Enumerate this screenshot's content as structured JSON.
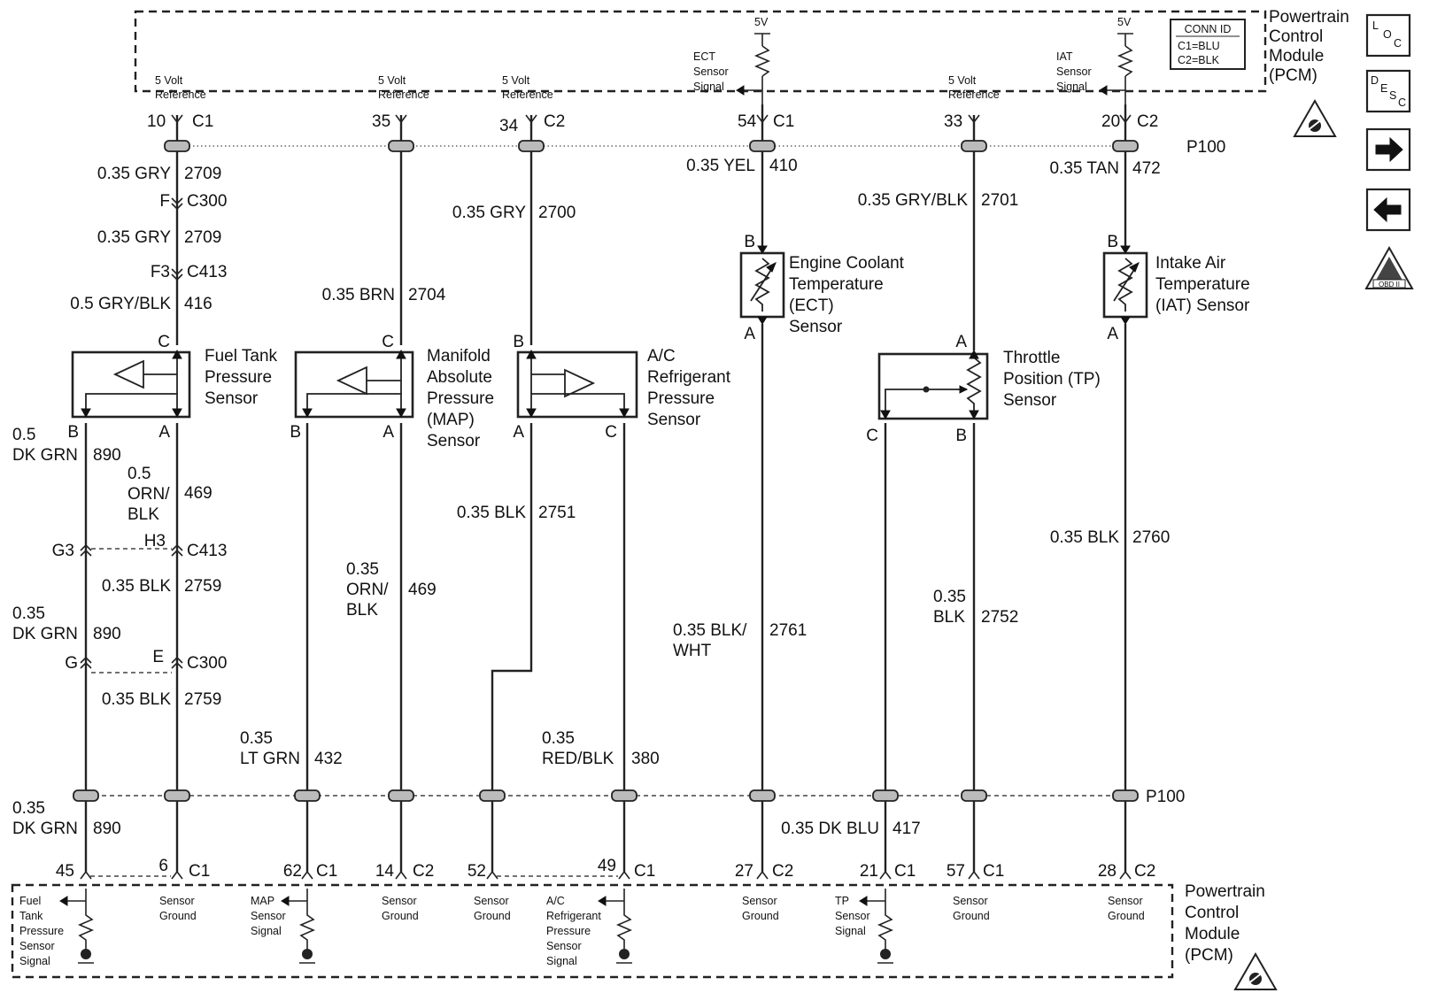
{
  "pcm": {
    "name": "Powertrain\nControl\nModule\n(PCM)",
    "conn_id": {
      "title": "CONN ID",
      "c1": "C1=BLU",
      "c2": "C2=BLK"
    },
    "splice": "P100",
    "top_labels": [
      {
        "text": "5 Volt\nReference"
      },
      {
        "text": "5 Volt\nReference"
      },
      {
        "text": "5 Volt\nReference"
      },
      {
        "text": "ECT\nSensor\nSignal",
        "supply": "5V"
      },
      {
        "text": "5 Volt\nReference"
      },
      {
        "text": "IAT\nSensor\nSignal",
        "supply": "5V"
      }
    ],
    "top_pins": [
      {
        "pin": "10",
        "conn": "C1"
      },
      {
        "pin": "35",
        "conn": ""
      },
      {
        "pin": "34",
        "conn": "C2"
      },
      {
        "pin": "54",
        "conn": "C1"
      },
      {
        "pin": "33",
        "conn": ""
      },
      {
        "pin": "20",
        "conn": "C2"
      }
    ],
    "bottom_pins": [
      {
        "pin": "45",
        "conn": ""
      },
      {
        "pin": "6",
        "conn": "C1"
      },
      {
        "pin": "62",
        "conn": "C1"
      },
      {
        "pin": "14",
        "conn": "C2"
      },
      {
        "pin": "52",
        "conn": ""
      },
      {
        "pin": "49",
        "conn": "C1"
      },
      {
        "pin": "27",
        "conn": "C2"
      },
      {
        "pin": "21",
        "conn": "C1"
      },
      {
        "pin": "57",
        "conn": "C1"
      },
      {
        "pin": "28",
        "conn": "C2"
      }
    ],
    "bottom_labels": [
      "Fuel\nTank\nPressure\nSensor\nSignal",
      "Sensor\nGround",
      "MAP\nSensor\nSignal",
      "Sensor\nGround",
      "Sensor\nGround",
      "A/C\nRefrigerant\nPressure\nSensor\nSignal",
      "Sensor\nGround",
      "TP\nSensor\nSignal",
      "Sensor\nGround",
      "Sensor\nGround"
    ]
  },
  "sensors": {
    "fuel_tank": {
      "name": "Fuel Tank\nPressure\nSensor",
      "pins": [
        "C",
        "B",
        "A"
      ]
    },
    "map": {
      "name": "Manifold\nAbsolute\nPressure\n(MAP)\nSensor",
      "pins": [
        "C",
        "B",
        "A"
      ]
    },
    "ac": {
      "name": "A/C\nRefrigerant\nPressure\nSensor",
      "pins": [
        "B",
        "A",
        "C"
      ]
    },
    "ect": {
      "name": "Engine Coolant\nTemperature\n(ECT)\nSensor",
      "pins": [
        "B",
        "A"
      ]
    },
    "tp": {
      "name": "Throttle\nPosition (TP)\nSensor",
      "pins": [
        "A",
        "C",
        "B"
      ]
    },
    "iat": {
      "name": "Intake Air\nTemperature\n(IAT) Sensor",
      "pins": [
        "B",
        "A"
      ]
    }
  },
  "wires": {
    "w1": "0.35 GRY",
    "c1": "2709",
    "w2": "0.35 GRY",
    "c2": "2709",
    "w3": "0.5 GRY/BLK",
    "c3": "416",
    "w4": "0.35 BRN",
    "c4": "2704",
    "w5": "0.35 GRY",
    "c5": "2700",
    "w6": "0.35 YEL",
    "c6": "410",
    "w7": "0.35 GRY/BLK",
    "c7": "2701",
    "w8": "0.35 TAN",
    "c8": "472",
    "w9": "0.5\nDK GRN",
    "c9": "890",
    "w10": "0.5\nORN/\nBLK",
    "c10": "469",
    "w11": "0.35 BLK",
    "c11": "2759",
    "w12": "0.35\nDK GRN",
    "c12": "890",
    "w13": "0.35 BLK",
    "c13": "2759",
    "w14": "0.35 BLK",
    "c14": "2751",
    "w15": "0.35\nORN/\nBLK",
    "c15": "469",
    "w16": "0.35\nLT GRN",
    "c16": "432",
    "w17": "0.35\nRED/BLK",
    "c17": "380",
    "w18": "0.35 BLK/\nWHT",
    "c18": "2761",
    "w19": "0.35 BLK",
    "c19": "2760",
    "w20": "0.35\nBLK",
    "c20": "2752",
    "w21": "0.35\nDK GRN",
    "c21": "890",
    "w22": "0.35 DK BLU",
    "c22": "417"
  },
  "connectors": {
    "f_c300": {
      "pin": "F",
      "conn": "C300"
    },
    "f3_c413": {
      "pin": "F3",
      "conn": "C413"
    },
    "g3": "G3",
    "h3": "H3",
    "c413": "C413",
    "g": "G",
    "e": "E",
    "c300": "C300"
  },
  "nav_icons": [
    "loc-icon",
    "desc-icon",
    "next-arrow-icon",
    "prev-arrow-icon",
    "obd-icon"
  ],
  "nav_text": {
    "loc": "LOC",
    "desc": "DESC",
    "obd": "OBD II"
  }
}
